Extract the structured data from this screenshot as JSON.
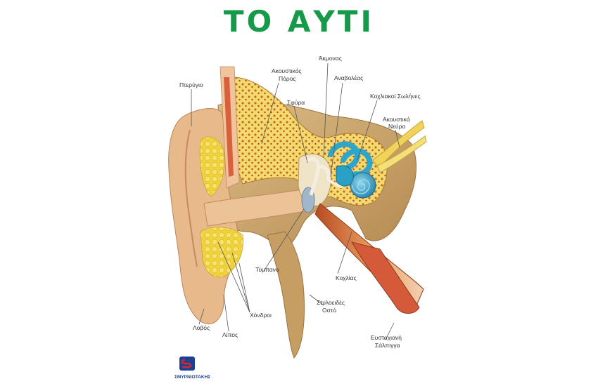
{
  "title": "ΤΟ ΑΥΤΙ",
  "labels": {
    "pterygio": "Πτερύγιο",
    "akoustikos": "Ακουστικός",
    "poros": "Πόρος",
    "akmonas": "Άκμονας",
    "anavoleas": "Αναβολέας",
    "sfyra": "Σφύρα",
    "kochliakoi": "Κοχλιακοί Σωλήνες",
    "akoustika": "Ακουστικά",
    "neyra": "Νεύρα",
    "tympano": "Τύμπανο",
    "kochlias": "Κοχλίας",
    "chondroi": "Χόνδροι",
    "styloeides": "Στυλοειδές",
    "osto": "Οστό",
    "lovos": "Λοβός",
    "lipos": "Λίπος",
    "eustachiani": "Ευσταχιανή",
    "salpigga": "Σάλπιγγα"
  },
  "logo": {
    "brand": "ΣΜΥΡΝΙΩΤΑΚΗΣ",
    "colors": {
      "blue": "#1d3f95",
      "red": "#d22a2a"
    }
  },
  "colors": {
    "title": "#17994a",
    "skin": "#e8b98b",
    "bone": "#c9a36a",
    "cochlea": "#2fa6c9",
    "marrow": "#f2d35a"
  }
}
